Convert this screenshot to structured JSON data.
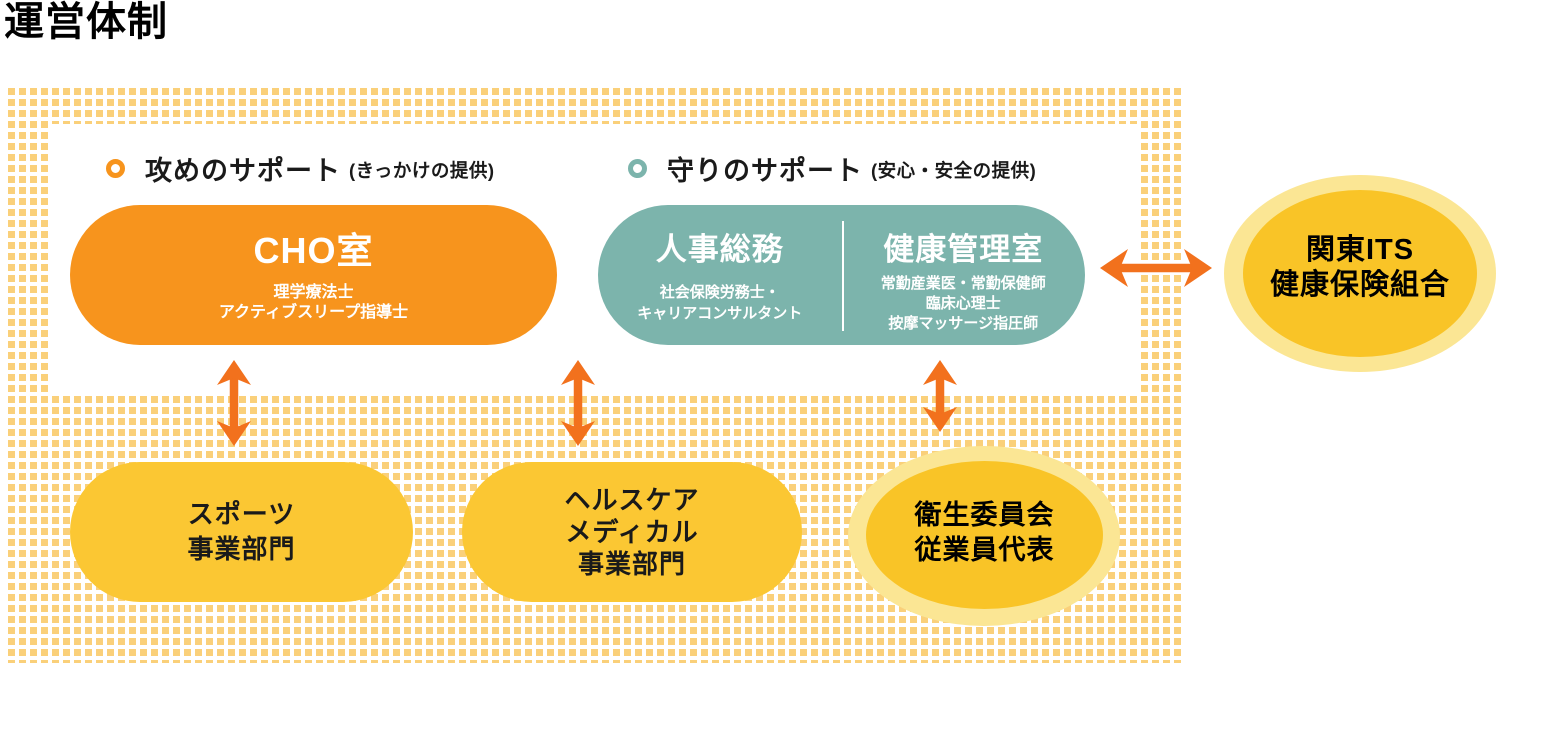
{
  "title": "運営体制",
  "legend": {
    "offense": {
      "label": "攻めのサポート",
      "note": "(きっかけの提供)"
    },
    "defense": {
      "label": "守りのサポート",
      "note": "(安心・安全の提供)"
    }
  },
  "nodes": {
    "cho": {
      "title": "CHO室",
      "members": [
        "理学療法士",
        "アクティブスリープ指導士"
      ]
    },
    "jinji": {
      "title": "人事総務",
      "members": [
        "社会保険労務士・",
        "キャリアコンサルタント"
      ]
    },
    "kenko": {
      "title": "健康管理室",
      "members": [
        "常勤産業医・常勤保健師",
        "臨床心理士",
        "按摩マッサージ指圧師"
      ]
    },
    "insurance": {
      "line1": "関東ITS",
      "line2": "健康保険組合"
    },
    "sports": {
      "line1": "スポーツ",
      "line2": "事業部門"
    },
    "healthcare": {
      "line1": "ヘルスケア",
      "line2": "メディカル",
      "line3": "事業部門"
    },
    "committee": {
      "line1": "衛生委員会",
      "line2": "従業員代表"
    }
  },
  "colors": {
    "orange": "#F7941D",
    "teal": "#7CB4AC",
    "arrow_orange": "#F2711D",
    "yellow_box": "#FBC733",
    "gold_ellipse": "#F9C427",
    "ellipse_halo": "#FBE694",
    "dot_pattern": "#FAD07A",
    "text_dark": "#1A1A1A"
  }
}
